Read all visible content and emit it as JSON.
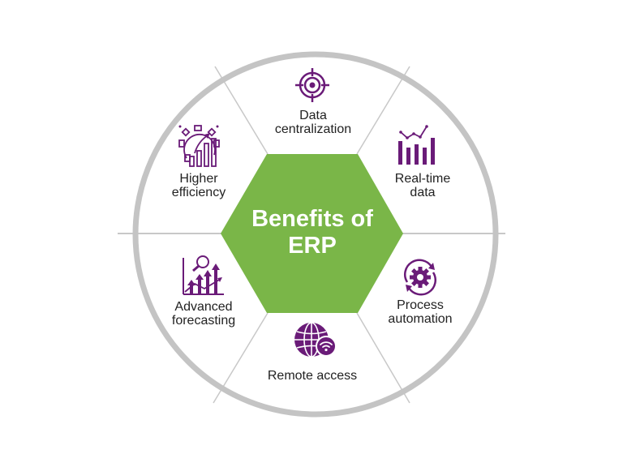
{
  "title": {
    "line1": "Benefits of",
    "line2": "ERP"
  },
  "colors": {
    "hexagon": "#7ab648",
    "ring": "#c4c4c4",
    "divider": "#c8c8c8",
    "icon": "#6a1b78",
    "text": "#222222",
    "title_text": "#ffffff"
  },
  "benefits": [
    {
      "id": "data-centralization",
      "icon": "target-icon",
      "line1": "Data",
      "line2": "centralization"
    },
    {
      "id": "real-time-data",
      "icon": "bar-chart-trend-icon",
      "line1": "Real-time",
      "line2": "data"
    },
    {
      "id": "process-automation",
      "icon": "gear-cycle-icon",
      "line1": "Process",
      "line2": "automation"
    },
    {
      "id": "remote-access",
      "icon": "globe-wifi-icon",
      "line1": "Remote access",
      "line2": ""
    },
    {
      "id": "advanced-forecasting",
      "icon": "forecast-chart-magnifier-icon",
      "line1": "Advanced",
      "line2": "forecasting"
    },
    {
      "id": "higher-efficiency",
      "icon": "gear-growth-chart-icon",
      "line1": "Higher",
      "line2": "efficiency"
    }
  ]
}
